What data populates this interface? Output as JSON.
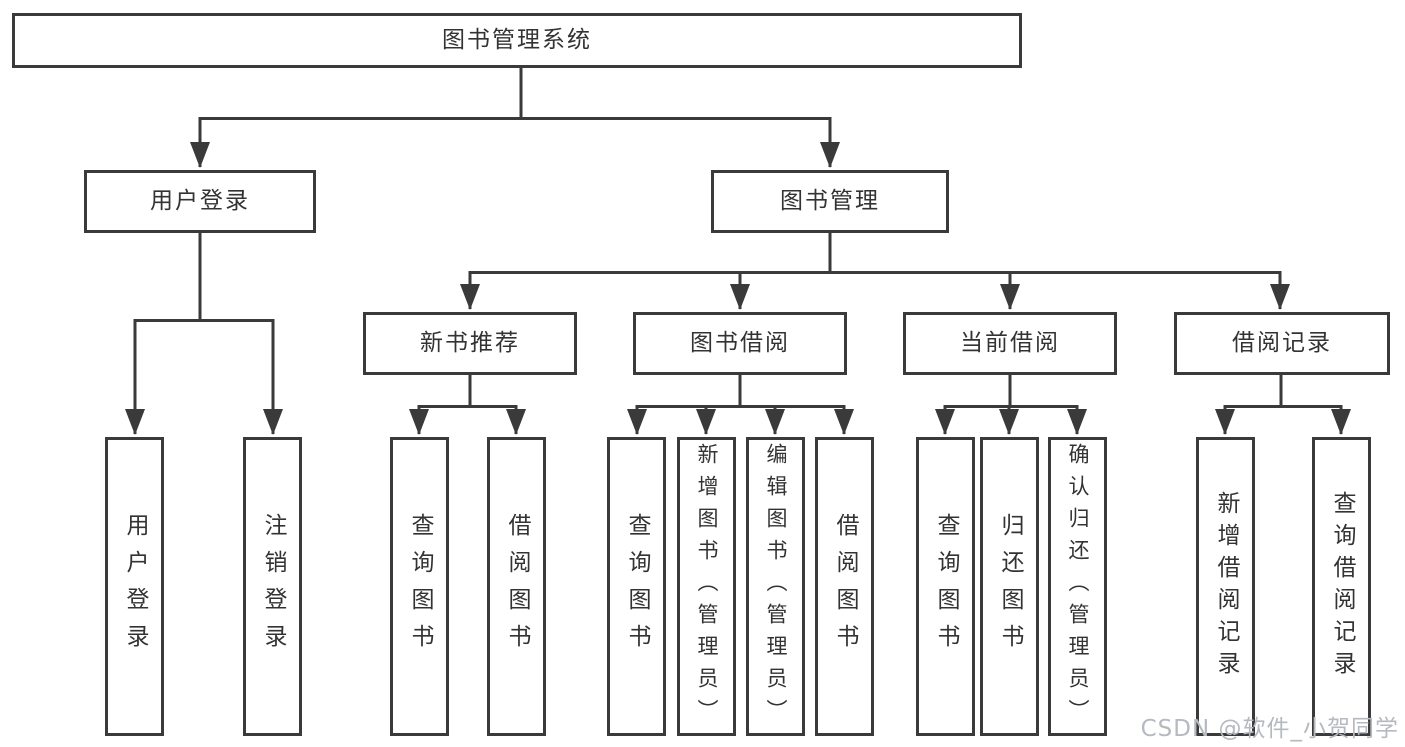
{
  "diagram": {
    "type": "hierarchy-tree",
    "background": "#ffffff",
    "line_color": "#3a3a3a",
    "text_color": "#333333",
    "watermark": {
      "text": "CSDN @软件_小贺同学",
      "color": "#b4bac0"
    },
    "nodes": {
      "root": {
        "label": "图书管理系统",
        "level": 1
      },
      "user_login_group": {
        "label": "用户登录",
        "level": 2
      },
      "book_mgmt": {
        "label": "图书管理",
        "level": 2
      },
      "new_book_rec": {
        "label": "新书推荐",
        "level": 3
      },
      "book_borrow": {
        "label": "图书借阅",
        "level": 3
      },
      "current_borrow": {
        "label": "当前借阅",
        "level": 3
      },
      "borrow_records": {
        "label": "借阅记录",
        "level": 3
      },
      "user_login": {
        "label": "用户登录",
        "level": 4
      },
      "logout": {
        "label": "注销登录",
        "level": 4
      },
      "nbr_query_books": {
        "label": "查询图书",
        "level": 4
      },
      "nbr_borrow_books": {
        "label": "借阅图书",
        "level": 4
      },
      "bb_query_books": {
        "label": "查询图书",
        "level": 4
      },
      "bb_add_books": {
        "label": "新增图书（管理员）",
        "level": 4
      },
      "bb_edit_books": {
        "label": "编辑图书（管理员）",
        "level": 4
      },
      "bb_borrow_books": {
        "label": "借阅图书",
        "level": 4
      },
      "cb_query_books": {
        "label": "查询图书",
        "level": 4
      },
      "cb_return_books": {
        "label": "归还图书",
        "level": 4
      },
      "cb_confirm_return": {
        "label": "确认归还（管理员）",
        "level": 4
      },
      "br_add_record": {
        "label": "新增借阅记录",
        "level": 4
      },
      "br_query_record": {
        "label": "查询借阅记录",
        "level": 4
      }
    },
    "edges": [
      [
        "root",
        "user_login_group"
      ],
      [
        "root",
        "book_mgmt"
      ],
      [
        "user_login_group",
        "user_login"
      ],
      [
        "user_login_group",
        "logout"
      ],
      [
        "book_mgmt",
        "new_book_rec"
      ],
      [
        "book_mgmt",
        "book_borrow"
      ],
      [
        "book_mgmt",
        "current_borrow"
      ],
      [
        "book_mgmt",
        "borrow_records"
      ],
      [
        "new_book_rec",
        "nbr_query_books"
      ],
      [
        "new_book_rec",
        "nbr_borrow_books"
      ],
      [
        "book_borrow",
        "bb_query_books"
      ],
      [
        "book_borrow",
        "bb_add_books"
      ],
      [
        "book_borrow",
        "bb_edit_books"
      ],
      [
        "book_borrow",
        "bb_borrow_books"
      ],
      [
        "current_borrow",
        "cb_query_books"
      ],
      [
        "current_borrow",
        "cb_return_books"
      ],
      [
        "current_borrow",
        "cb_confirm_return"
      ],
      [
        "borrow_records",
        "br_add_record"
      ],
      [
        "borrow_records",
        "br_query_record"
      ]
    ]
  }
}
